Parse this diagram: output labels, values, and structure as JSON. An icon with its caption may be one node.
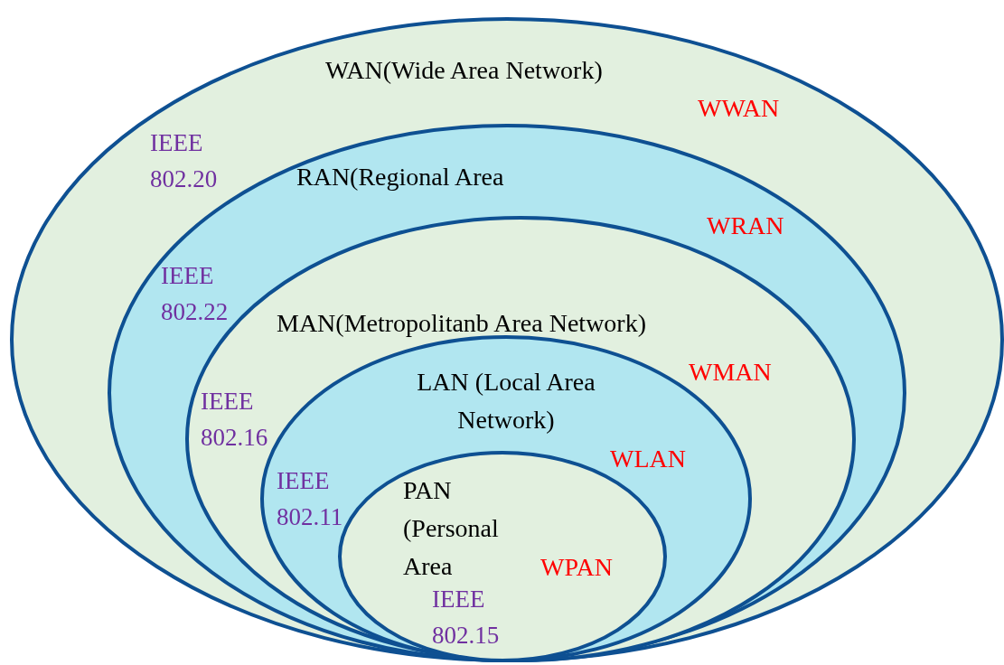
{
  "diagram": {
    "nodes": [
      {
        "text": [
          "WAN(Wide Area Network)",
          "WWAN",
          "IEEE 802.20"
        ]
      },
      {
        "text": [
          "RAN(Regional Area",
          "WRAN",
          "IEEE 802.22"
        ],
        "in": 0
      },
      {
        "text": [
          "MAN(Metropolitanb Area Network)",
          "WMAN",
          "IEEE 802.16"
        ],
        "in": 1
      },
      {
        "text": [
          "LAN (Local Area Network)",
          "WLAN",
          "IEEE 802.11"
        ],
        "in": 2
      },
      {
        "text": [
          "PAN (Personal Area",
          "WPAN",
          "IEEE 802.15"
        ],
        "in": 3
      }
    ]
  }
}
